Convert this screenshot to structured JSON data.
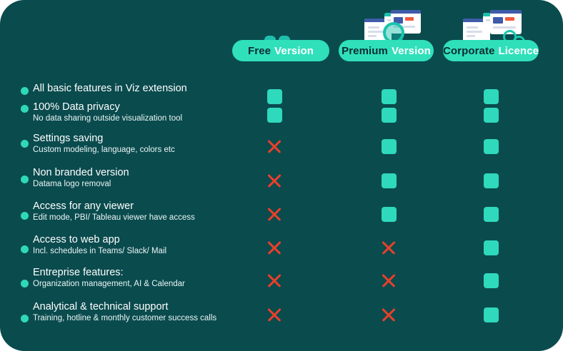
{
  "theme": {
    "card_bg": "#0a4b4e",
    "accent_mint": "#2fe0bb",
    "check_fill": "#2fd9bb",
    "cross_red": "#e8402a",
    "bullet": "#2fd9b6",
    "text_primary": "#ffffff"
  },
  "columns": [
    {
      "id": "free",
      "word1": "Free",
      "word2": "Version",
      "art": "eyes-peeking-icon"
    },
    {
      "id": "premium",
      "word1": "Premium",
      "word2": "Version",
      "art": "dashboards-magnifier-icon"
    },
    {
      "id": "corporate",
      "word1": "Corporate",
      "word2": "Licence",
      "art": "dashboards-gears-icon"
    }
  ],
  "rows": [
    {
      "title": "All basic features in Viz extension",
      "sub": "",
      "free": "check",
      "premium": "check",
      "corporate": "check"
    },
    {
      "title": "100% Data privacy",
      "sub": "No data sharing outside visualization tool",
      "free": "check",
      "premium": "check",
      "corporate": "check"
    },
    {
      "title": "Settings saving",
      "sub": "Custom modeling, language, colors etc",
      "free": "cross",
      "premium": "check",
      "corporate": "check"
    },
    {
      "title": "Non branded version",
      "sub": "Datama logo removal",
      "free": "cross",
      "premium": "check",
      "corporate": "check"
    },
    {
      "title": "Access for any viewer",
      "sub": "Edit mode, PBI/ Tableau viewer have access",
      "free": "cross",
      "premium": "check",
      "corporate": "check"
    },
    {
      "title": "Access to web app",
      "sub": "Incl. schedules in Teams/ Slack/ Mail",
      "free": "cross",
      "premium": "cross",
      "corporate": "check"
    },
    {
      "title": "Entreprise features:",
      "sub": "Organization management, AI & Calendar",
      "free": "cross",
      "premium": "cross",
      "corporate": "check"
    },
    {
      "title": "Analytical & technical support",
      "sub": "Training, hotline & monthly customer success calls",
      "free": "cross",
      "premium": "cross",
      "corporate": "check"
    }
  ],
  "icons": {
    "check": "checkbox-checked-icon",
    "cross": "cross-icon",
    "bullet": "bullet-dot-icon"
  }
}
